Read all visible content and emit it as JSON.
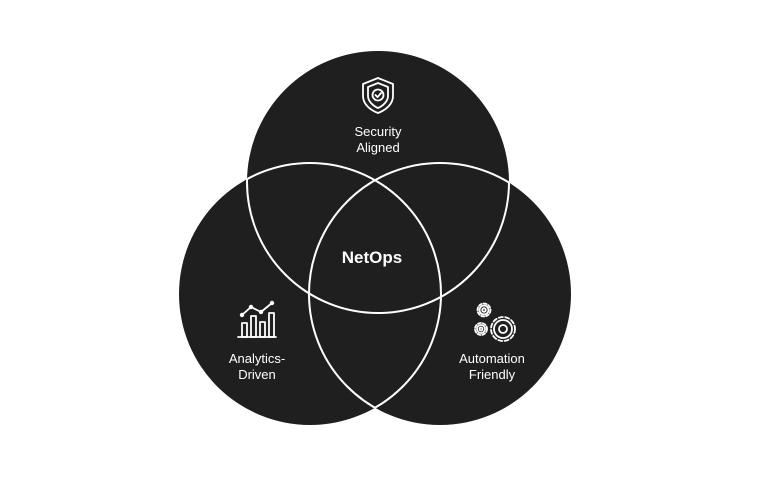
{
  "diagram": {
    "center_label": "NetOps",
    "circles": [
      {
        "label_line1": "Security",
        "label_line2": "Aligned",
        "icon": "shield-check-icon"
      },
      {
        "label_line1": "Analytics-",
        "label_line2": "Driven",
        "icon": "bar-chart-trend-icon"
      },
      {
        "label_line1": "Automation",
        "label_line2": "Friendly",
        "icon": "gears-icon"
      }
    ]
  },
  "colors": {
    "circle_fill": "#1f1f1f",
    "outline": "#ffffff",
    "text": "#ffffff",
    "background": "#ffffff"
  }
}
